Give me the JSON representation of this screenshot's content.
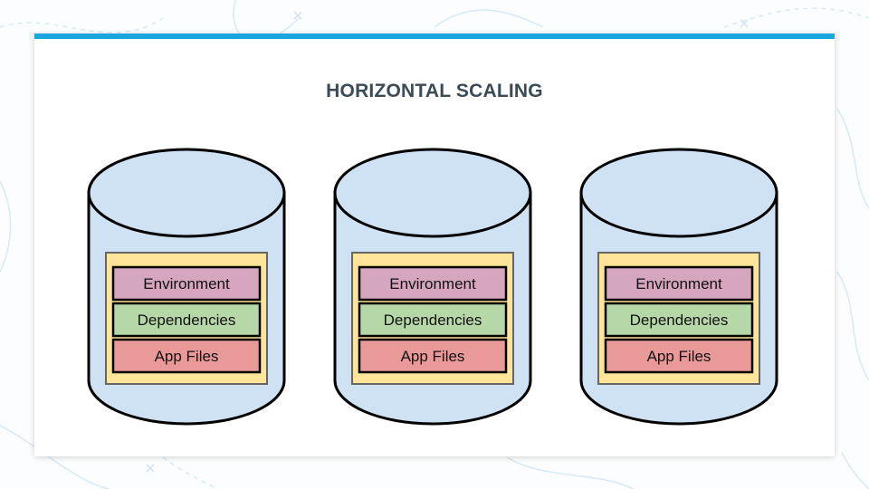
{
  "slide": {
    "title": "HORIZONTAL SCALING"
  },
  "colors": {
    "accent_bar": "#1aa7e0",
    "cylinder_fill": "#cfe2f3",
    "container_fill": "#ffe599",
    "environment_fill": "#d5a6bd",
    "dependencies_fill": "#b6d7a8",
    "app_files_fill": "#ea9999",
    "outline": "#000000"
  },
  "servers": [
    {
      "layers": [
        {
          "key": "environment",
          "label": "Environment"
        },
        {
          "key": "dependencies",
          "label": "Dependencies"
        },
        {
          "key": "app_files",
          "label": "App Files"
        }
      ]
    },
    {
      "layers": [
        {
          "key": "environment",
          "label": "Environment"
        },
        {
          "key": "dependencies",
          "label": "Dependencies"
        },
        {
          "key": "app_files",
          "label": "App Files"
        }
      ]
    },
    {
      "layers": [
        {
          "key": "environment",
          "label": "Environment"
        },
        {
          "key": "dependencies",
          "label": "Dependencies"
        },
        {
          "key": "app_files",
          "label": "App Files"
        }
      ]
    }
  ]
}
